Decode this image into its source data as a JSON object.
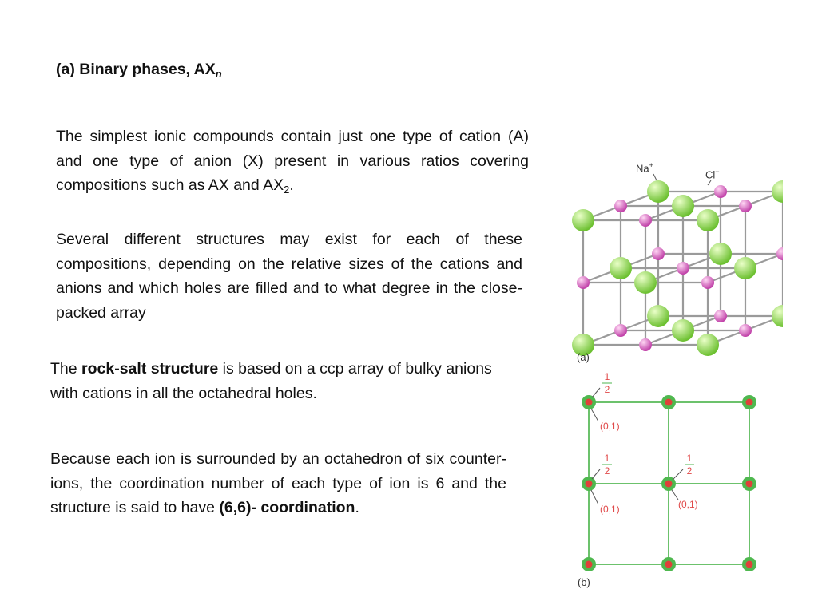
{
  "heading": {
    "text": "(a) Binary phases, AX",
    "subscript": "n"
  },
  "para1": {
    "text_line1": "The simplest ionic compounds contain just one type of cation (A) and one type of anion (X) present in various ratios covering compositions such as AX and AX",
    "subscript": "2",
    "end": "."
  },
  "para2": {
    "text": "Several different structures may exist for each of these compositions, depending on the relative sizes of the cations and anions and which holes are filled and to what degree in the close-packed array"
  },
  "para3": {
    "pre": "The ",
    "bold": "rock-salt structure",
    "post": " is based on a ccp array of bulky anions with cations in all the octahedral holes."
  },
  "para4": {
    "pre": "Because each ion is surrounded by an octahedron of six counter-ions, the coordination number of each type of ion is 6 and the structure is said to have ",
    "bold1": "(6,6)-",
    "bold2": "coordination",
    "post": "."
  },
  "figure_a": {
    "label": "(a)",
    "cation_label": "Na",
    "cation_charge": "+",
    "anion_label": "Cl",
    "anion_charge": "−",
    "colors": {
      "cation": "#c040a8",
      "anion": "#6cc030",
      "rod": "#9a9a9a"
    }
  },
  "figure_b": {
    "label": "(b)",
    "frac_num": "1",
    "frac_den": "2",
    "coord_label": "(0,1)",
    "colors": {
      "grid": "#6cc26c",
      "outer": "#4fb84f",
      "inner": "#e0403a",
      "label_red": "#e04848"
    }
  }
}
